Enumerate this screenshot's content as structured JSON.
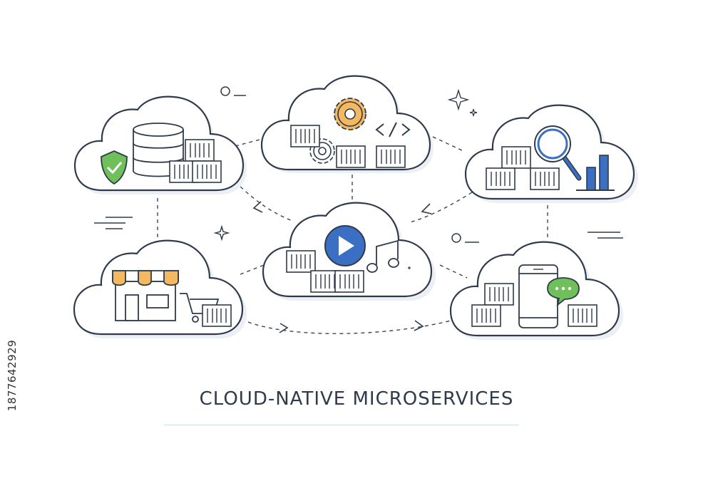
{
  "title": "CLOUD-NATIVE MICROSERVICES",
  "side_id": "1877642929",
  "colors": {
    "outline": "#2f3b4a",
    "cloud_shadow": "#eef1f4",
    "accent_blue": "#3b6fc4",
    "accent_green": "#6fbf5a",
    "accent_orange": "#f4b860",
    "rule": "#cfe0ea"
  },
  "nodes": [
    {
      "id": "database",
      "icons": [
        "database-icon",
        "shield-check-icon",
        "container-icon"
      ]
    },
    {
      "id": "code",
      "icons": [
        "gear-icon",
        "code-icon",
        "container-icon"
      ]
    },
    {
      "id": "analytics",
      "icons": [
        "magnifier-icon",
        "bar-chart-icon",
        "container-icon"
      ]
    },
    {
      "id": "store",
      "icons": [
        "storefront-icon",
        "shopping-cart-icon",
        "container-icon"
      ]
    },
    {
      "id": "media",
      "icons": [
        "play-icon",
        "music-note-icon",
        "container-icon"
      ]
    },
    {
      "id": "mobile",
      "icons": [
        "smartphone-icon",
        "chat-bubble-icon",
        "container-icon"
      ]
    }
  ]
}
